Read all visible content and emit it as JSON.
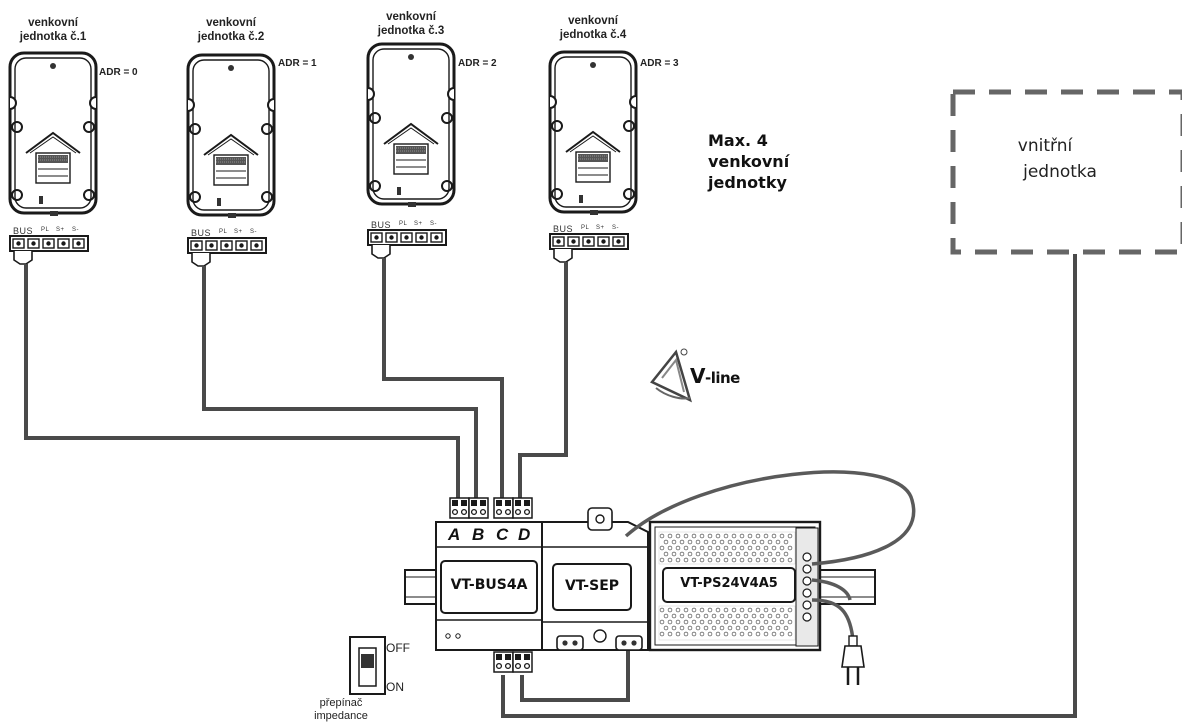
{
  "outdoor_units": [
    {
      "title_line1": "venkovní",
      "title_line2": "jednotka č.1",
      "adr": "ADR = 0"
    },
    {
      "title_line1": "venkovní",
      "title_line2": "jednotka č.2",
      "adr": "ADR = 1"
    },
    {
      "title_line1": "venkovní",
      "title_line2": "jednotka č.3",
      "adr": "ADR = 2"
    },
    {
      "title_line1": "venkovní",
      "title_line2": "jednotka č.4",
      "adr": "ADR = 3"
    }
  ],
  "terminal_labels": {
    "bus": "BUS",
    "pl": "PL",
    "s_plus": "S+",
    "s_minus": "S-"
  },
  "max_note": {
    "line1": "Max. 4",
    "line2": "venkovní",
    "line3": "jednotky"
  },
  "indoor_unit": {
    "line1": "vnitřní",
    "line2": "jednotka"
  },
  "logo": {
    "main": "V",
    "rest": "-line"
  },
  "modules": {
    "bus": "VT-BUS4A",
    "sep": "VT-SEP",
    "ps": "VT-PS24V4A5"
  },
  "inputs": {
    "a": "A",
    "b": "B",
    "c": "C",
    "d": "D"
  },
  "switch": {
    "off": "OFF",
    "on": "ON",
    "caption_line1": "přepínač",
    "caption_line2": "impedance"
  }
}
